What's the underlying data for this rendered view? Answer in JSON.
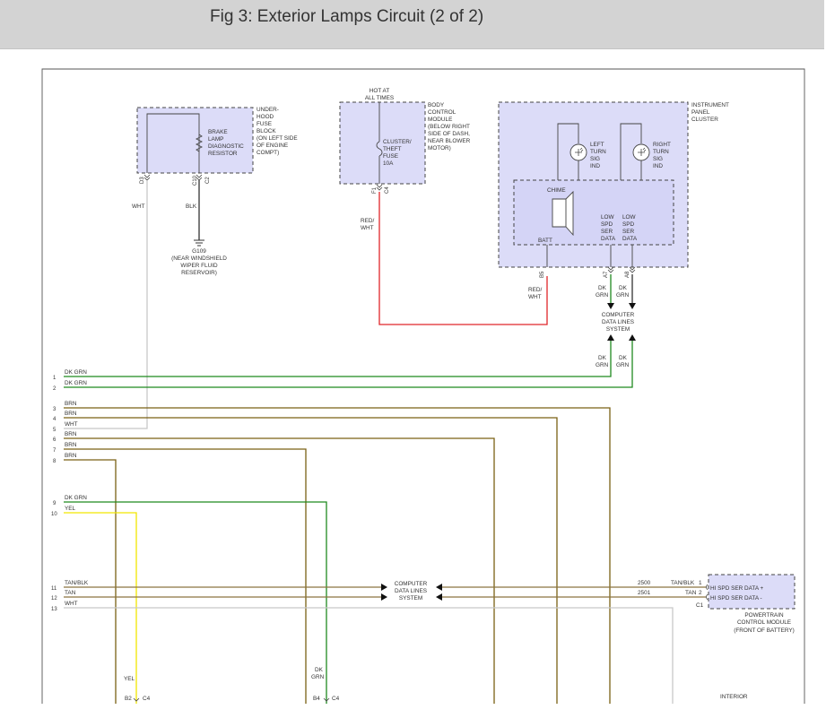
{
  "header": {
    "title": "Fig 3: Exterior Lamps Circuit (2 of 2)"
  },
  "colors": {
    "dk_grn": "#1f8a1f",
    "brn": "#7a6014",
    "wht": "#c8c8c8",
    "yel": "#f2e600",
    "red": "#e0262a",
    "blk": "#333333",
    "tan": "#8c7440",
    "component_fill": "#dcdcf8"
  },
  "underhood": {
    "name": [
      "UNDER-",
      "HOOD",
      "FUSE",
      "BLOCK",
      "(ON LEFT SIDE",
      "OF ENGINE",
      "COMPT)"
    ],
    "resistor": [
      "BRAKE",
      "LAMP",
      "DIAGNOSTIC",
      "RESISTOR"
    ],
    "pin_d3": "D3",
    "pin_c10": "C10",
    "pin_c2": "C2",
    "wire_wht": "WHT",
    "wire_blk": "BLK",
    "ground": "G109",
    "ground_loc": [
      "(NEAR WINDSHIELD",
      "WIPER FLUID",
      "RESERVOIR)"
    ]
  },
  "bcm": {
    "hot": [
      "HOT AT",
      "ALL TIMES"
    ],
    "name": [
      "BODY",
      "CONTROL",
      "MODULE",
      "(BELOW RIGHT",
      "SIDE OF DASH,",
      "NEAR BLOWER",
      "MOTOR)"
    ],
    "fuse": [
      "CLUSTER/",
      "THEFT",
      "FUSE",
      "10A"
    ],
    "pin_f1": "F1",
    "pin_c4": "C4",
    "wire": [
      "RED/",
      "WHT"
    ]
  },
  "ipc": {
    "name": [
      "INSTRUMENT",
      "PANEL",
      "CLUSTER"
    ],
    "left_ind": [
      "LEFT",
      "TURN",
      "SIG",
      "IND"
    ],
    "right_ind": [
      "RIGHT",
      "TURN",
      "SIG",
      "IND"
    ],
    "chime": "CHIME",
    "batt": "BATT",
    "low1": [
      "LOW",
      "SPD",
      "SER",
      "DATA"
    ],
    "low2": [
      "LOW",
      "SPD",
      "SER",
      "DATA"
    ],
    "pin_b5": "B5",
    "pin_a7": "A7",
    "pin_a8": "A8",
    "wire_redwht": [
      "RED/",
      "WHT"
    ],
    "wire_dkgrn1": [
      "DK",
      "GRN"
    ],
    "wire_dkgrn2": [
      "DK",
      "GRN"
    ],
    "cdls": [
      "COMPUTER",
      "DATA LINES",
      "SYSTEM"
    ],
    "wire_dkgrn3": [
      "DK",
      "GRN"
    ],
    "wire_dkgrn4": [
      "DK",
      "GRN"
    ]
  },
  "wires": [
    {
      "num": "1",
      "label": "DK GRN"
    },
    {
      "num": "2",
      "label": "DK GRN"
    },
    {
      "num": "3",
      "label": "BRN"
    },
    {
      "num": "4",
      "label": "BRN"
    },
    {
      "num": "5",
      "label": "WHT"
    },
    {
      "num": "6",
      "label": "BRN"
    },
    {
      "num": "7",
      "label": "BRN"
    },
    {
      "num": "8",
      "label": "BRN"
    },
    {
      "num": "9",
      "label": "DK GRN"
    },
    {
      "num": "10",
      "label": "YEL"
    },
    {
      "num": "11",
      "label": "TAN/BLK"
    },
    {
      "num": "12",
      "label": "TAN"
    },
    {
      "num": "13",
      "label": "WHT"
    }
  ],
  "cdls_mid": [
    "COMPUTER",
    "DATA LINES",
    "SYSTEM"
  ],
  "pcm": {
    "circuit_2500": "2500",
    "circuit_2501": "2501",
    "wire_tanblk": "TAN/BLK",
    "wire_tan": "TAN",
    "pin1": "1",
    "pin2": "2",
    "conn": "C1",
    "data_plus": "HI SPD SER DATA +",
    "data_minus": "HI SPD SER DATA -",
    "name": [
      "POWERTRAIN",
      "CONTROL MODULE",
      "(FRONT OF BATTERY)"
    ]
  },
  "bottom": {
    "yel": "YEL",
    "dkgrn": [
      "DK",
      "GRN"
    ],
    "b2": "B2",
    "c4a": "C4",
    "b4": "B4",
    "c4b": "C4",
    "interior": "INTERIOR"
  }
}
